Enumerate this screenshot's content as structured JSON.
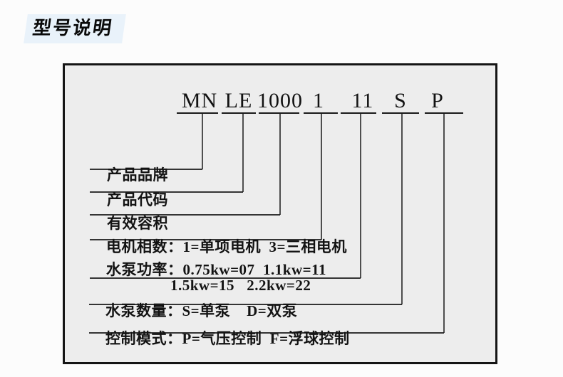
{
  "title": "型号说明",
  "diagram": {
    "code_segments": [
      "MN",
      "LE",
      "1000",
      "1",
      "11",
      "S",
      "P"
    ],
    "rows": [
      {
        "label": "产品品牌"
      },
      {
        "label": "产品代码"
      },
      {
        "label": "有效容积"
      },
      {
        "label": "电机相数：",
        "values": "1=单项电机  3=三相电机"
      },
      {
        "label": "水泵功率：",
        "values": "0.75kw=07  1.1kw=11",
        "values_line2": "1.5kw=15   2.2kw=22"
      },
      {
        "label": "水泵数量：",
        "values": "S=单泵    D=双泵"
      },
      {
        "label": "控制模式：",
        "values": "P=气压控制  F=浮球控制"
      }
    ]
  },
  "colors": {
    "title_highlight": "#e9f2fa",
    "panel_background": "#ededed",
    "line_color": "#1a1a1a",
    "text_color": "#131313"
  }
}
